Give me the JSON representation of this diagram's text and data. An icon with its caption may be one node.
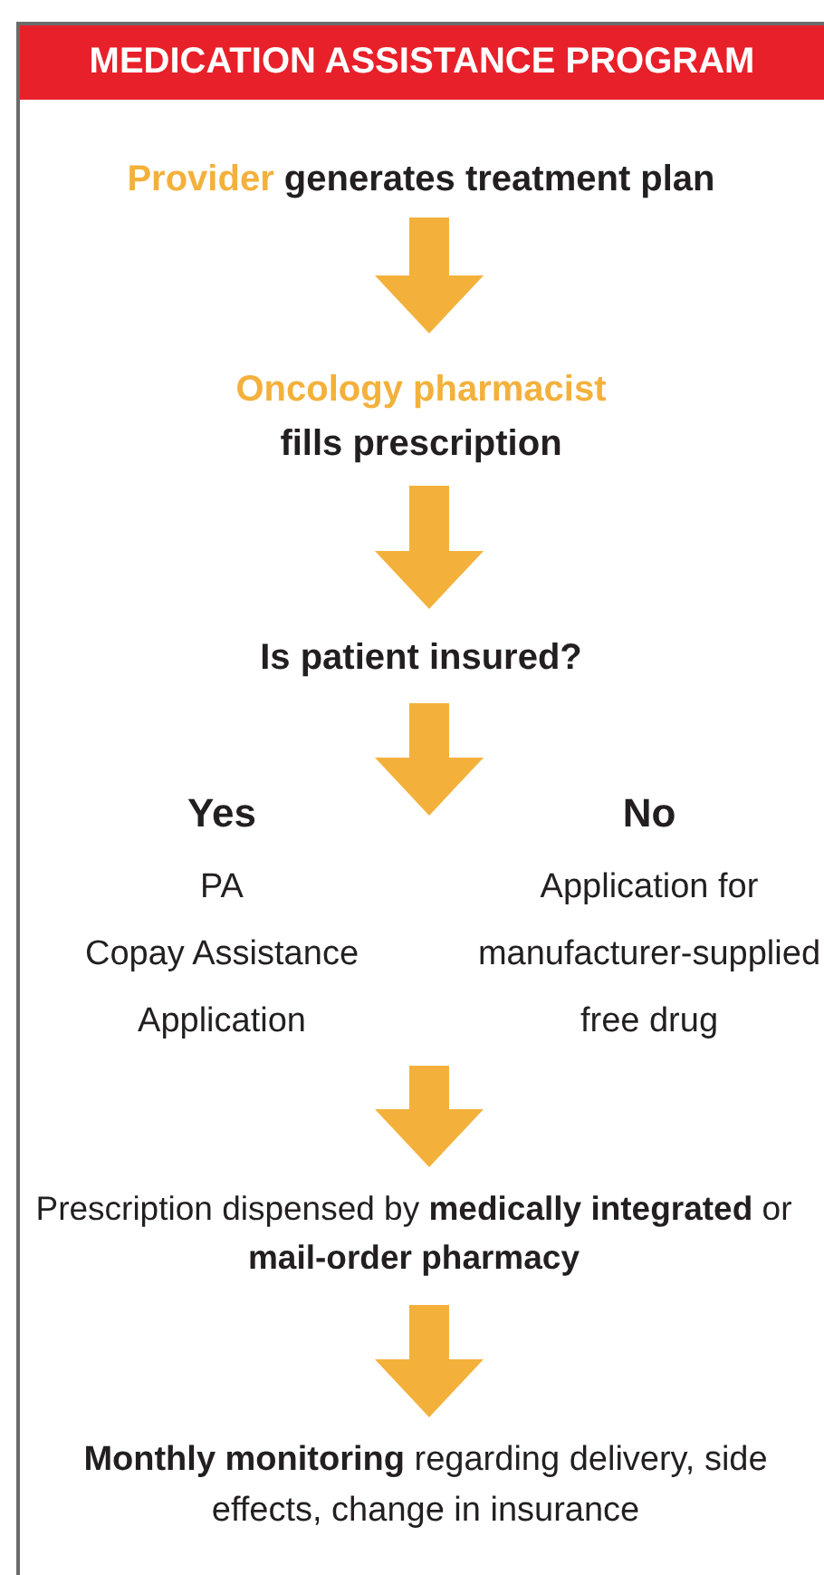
{
  "diagram": {
    "title": "MEDICATION ASSISTANCE PROGRAM",
    "nodes": [
      {
        "text": [
          "Provider",
          "generates treatment plan"
        ]
      },
      {
        "text": [
          "Oncology pharmacist",
          "fills prescription"
        ]
      },
      {
        "text": [
          "Is patient insured?"
        ]
      },
      {
        "text": [
          "Yes",
          "PA",
          "Copay Assistance Application"
        ]
      },
      {
        "text": [
          "No",
          "Application for manufacturer-supplied free drug"
        ]
      },
      {
        "text": [
          "Prescription dispensed by **medically integrated** or **mail-order pharmacy**"
        ]
      },
      {
        "text": [
          "**Monthly monitoring** regarding delivery, side effects, change in insurance"
        ]
      }
    ],
    "edges": [
      {
        "from": 0,
        "to": 1,
        "arrow": "to"
      },
      {
        "from": 1,
        "to": 2,
        "arrow": "to"
      },
      {
        "from": 2,
        "to": 3,
        "arrow": "to"
      },
      {
        "from": 2,
        "to": 4,
        "arrow": "to"
      },
      {
        "from": 3,
        "to": 5,
        "arrow": "to"
      },
      {
        "from": 4,
        "to": 5,
        "arrow": "to"
      },
      {
        "from": 5,
        "to": 6,
        "arrow": "to"
      }
    ]
  }
}
